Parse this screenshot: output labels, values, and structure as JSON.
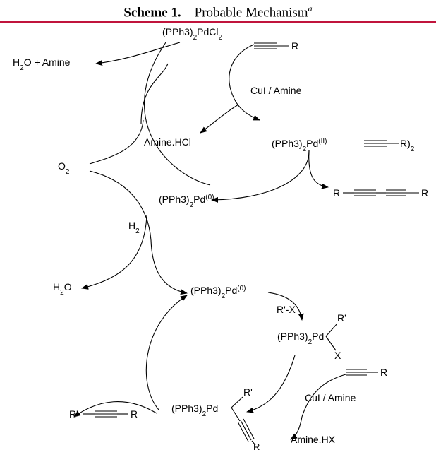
{
  "header": {
    "scheme_label": "Scheme 1.",
    "title": "Probable Mechanism",
    "footnote_marker": "a",
    "accent_color": "#c0143c"
  },
  "species": {
    "pdcl2": "(PPh3)2PdCl2",
    "water_amine": "H2O + Amine",
    "alkyne_top": "R",
    "cui_amine_top": "CuI / Amine",
    "amine_hcl": "Amine.HCl",
    "pd_ii_alkynyl": "(PPh3)2Pd(II)",
    "pd_ii_alkynyl_r": "R)2",
    "o2": "O2",
    "pd0_upper": "(PPh3)2Pd(0)",
    "diyne_left_r": "R",
    "diyne_right_r": "R",
    "h2": "H2",
    "water": "H2O",
    "pd0_lower": "(PPh3)2Pd(0)",
    "rx": "R'-X",
    "oa_pd": "(PPh3)2Pd",
    "oa_r": "R'",
    "oa_x": "X",
    "alkyne_bottom": "R",
    "cui_amine_bottom": "CuI / Amine",
    "amine_hx": "Amine.HX",
    "prod_left": "R'",
    "prod_right": "R",
    "tm_pd": "(PPh3)2Pd",
    "tm_r": "R'",
    "tm_alkyne_r": "R"
  }
}
